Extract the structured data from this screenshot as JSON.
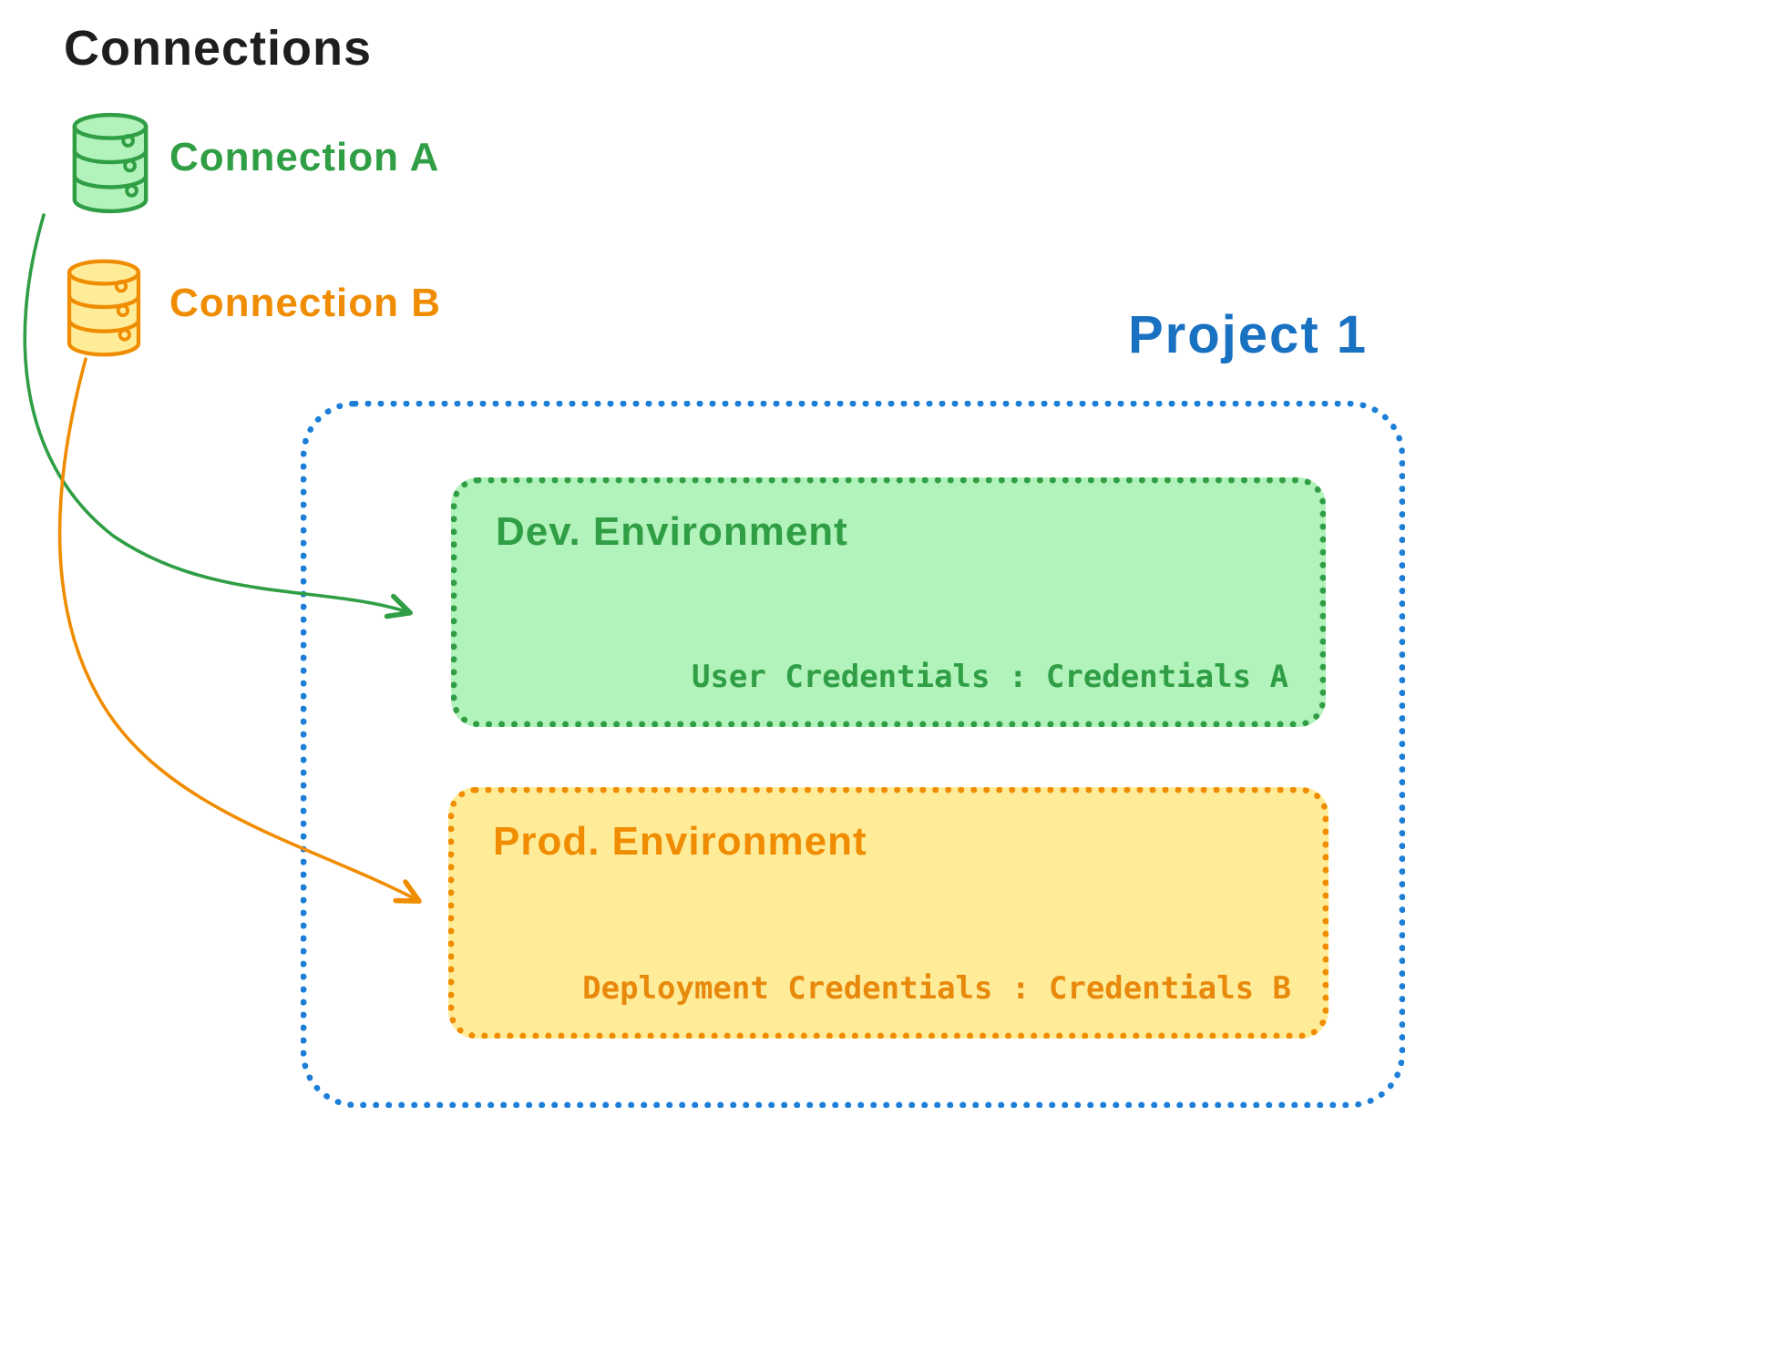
{
  "title": "Connections",
  "connections": [
    {
      "label": "Connection A",
      "icon": "database-icon",
      "color": "#2f9e44",
      "fill": "#b2f2bb"
    },
    {
      "label": "Connection B",
      "icon": "database-icon",
      "color": "#f08c00",
      "fill": "#ffec99"
    }
  ],
  "project": {
    "title": "Project 1",
    "color": "#1971c2",
    "border_color": "#1c7ed6",
    "environments": [
      {
        "name": "Dev. Environment",
        "credentials": "User Credentials : Credentials A",
        "color": "#2f9e44",
        "fill": "#b2f2bb"
      },
      {
        "name": "Prod. Environment",
        "credentials": "Deployment Credentials : Credentials B",
        "color": "#f08c00",
        "fill": "#ffec99"
      }
    ]
  },
  "arrows": [
    {
      "name": "connection-a-to-dev-environment",
      "color": "#2f9e44"
    },
    {
      "name": "connection-b-to-prod-environment",
      "color": "#f08c00"
    }
  ],
  "text_color": "#1e1e1e"
}
